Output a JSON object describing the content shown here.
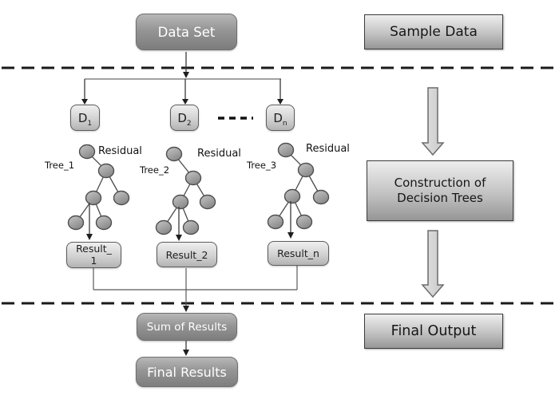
{
  "boxes": {
    "data_set": "Data Set",
    "sample_data": "Sample Data",
    "sum_of_results": "Sum of Results",
    "final_results": "Final Results",
    "construction_of_decision_trees": "Construction of\nDecision Trees",
    "final_output": "Final Output"
  },
  "datasets": [
    {
      "base": "D",
      "sub": "1"
    },
    {
      "base": "D",
      "sub": "2"
    },
    {
      "base": "D",
      "sub": "n"
    }
  ],
  "trees": [
    {
      "name": "Tree_1",
      "residual": "Residual",
      "result": "Result_\n1"
    },
    {
      "name": "Tree_2",
      "residual": "Residual",
      "result": "Result_2"
    },
    {
      "name": "Tree_3",
      "residual": "Residual",
      "result": "Result_n"
    }
  ],
  "colors": {
    "dark_box_top": "#b7b7b7",
    "dark_box_bottom": "#7d7d7d",
    "light_box_top": "#efefef",
    "light_box_bottom": "#b3b3b3",
    "panel_top": "#eeeeee",
    "panel_bottom": "#969696",
    "tree_node_fill": "#a2a2a2",
    "connector_line": "#3a3a3a",
    "divider": "#1a1a1a",
    "text_on_dark": "#ffffff",
    "text_on_light": "#1f1f1f"
  }
}
